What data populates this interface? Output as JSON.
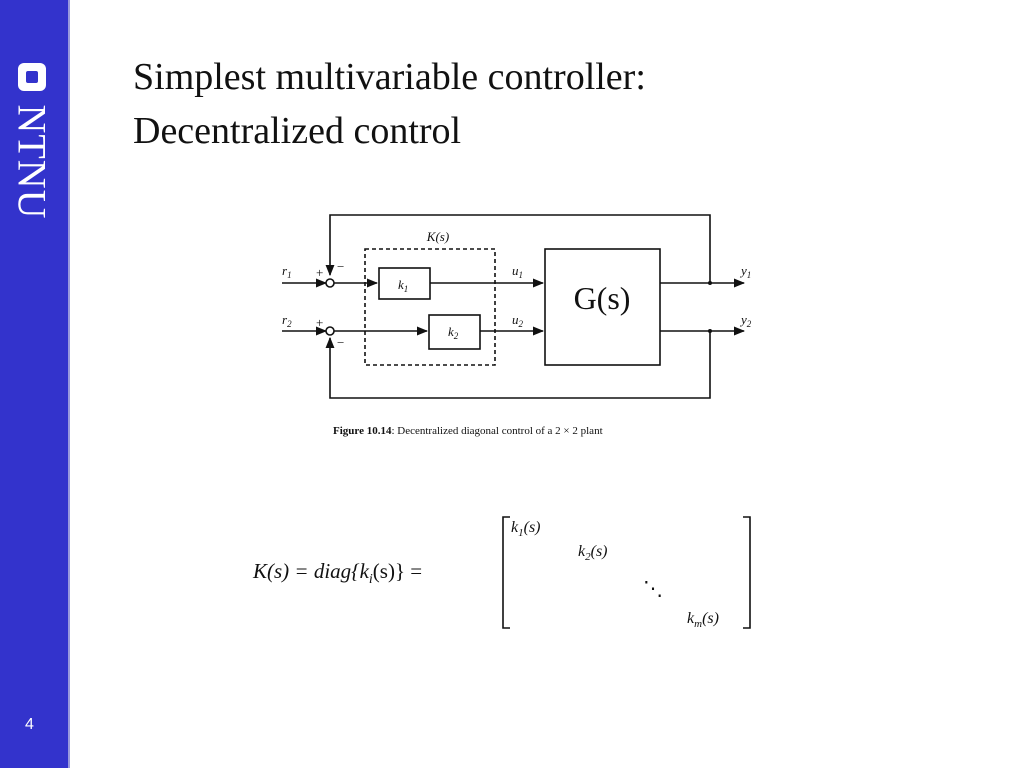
{
  "sidebar": {
    "logo_text": "NTNU",
    "page_number": "4",
    "color": "#3333cc"
  },
  "slide": {
    "title_line1": "Simplest multivariable controller:",
    "title_line2": "Decentralized control"
  },
  "diagram": {
    "controller_label": "K(s)",
    "controller_1": "k",
    "controller_1_sub": "1",
    "controller_2": "k",
    "controller_2_sub": "2",
    "plant_label": "G(s)",
    "ref_1": "r",
    "ref_1_sub": "1",
    "ref_2": "r",
    "ref_2_sub": "2",
    "input_1": "u",
    "input_1_sub": "1",
    "input_2": "u",
    "input_2_sub": "2",
    "output_1": "y",
    "output_1_sub": "1",
    "output_2": "y",
    "output_2_sub": "2",
    "plus_sign": "+",
    "minus_sign": "−",
    "caption_bold": "Figure 10.14",
    "caption_text": ": Decentralized diagonal control of a 2 × 2 plant"
  },
  "formula": {
    "lhs": "K(s) = diag{k",
    "lhs_sub": "i",
    "lhs_end": "(s)} =",
    "entry_1": "k",
    "entry_1_sub": "1",
    "entry_1_end": "(s)",
    "entry_2": "k",
    "entry_2_sub": "2",
    "entry_2_end": "(s)",
    "dots": "⋱",
    "entry_m": "k",
    "entry_m_sub": "m",
    "entry_m_end": "(s)"
  }
}
